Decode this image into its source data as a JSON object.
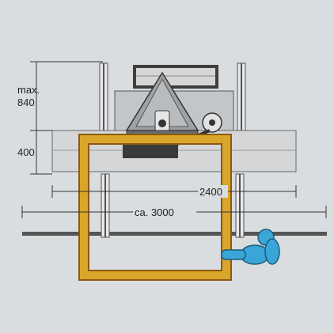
{
  "dimensions": {
    "height_max_label": "max.",
    "height_max_value": "840",
    "height_table": "400",
    "width_table": "2400",
    "width_total": "ca. 3000"
  },
  "colors": {
    "background": "#d9dde0",
    "frame_wood": "#d9a62b",
    "frame_wood_dark": "#8a5a12",
    "machine_gray": "#b9bdbf",
    "machine_dark": "#4a4a4a",
    "table_wood": "#cfcfcf",
    "operator_blue": "#3aa6d8",
    "floor": "#555555"
  },
  "icons": [
    "operator-figure-icon",
    "saw-unit-icon",
    "wheel-icon"
  ]
}
